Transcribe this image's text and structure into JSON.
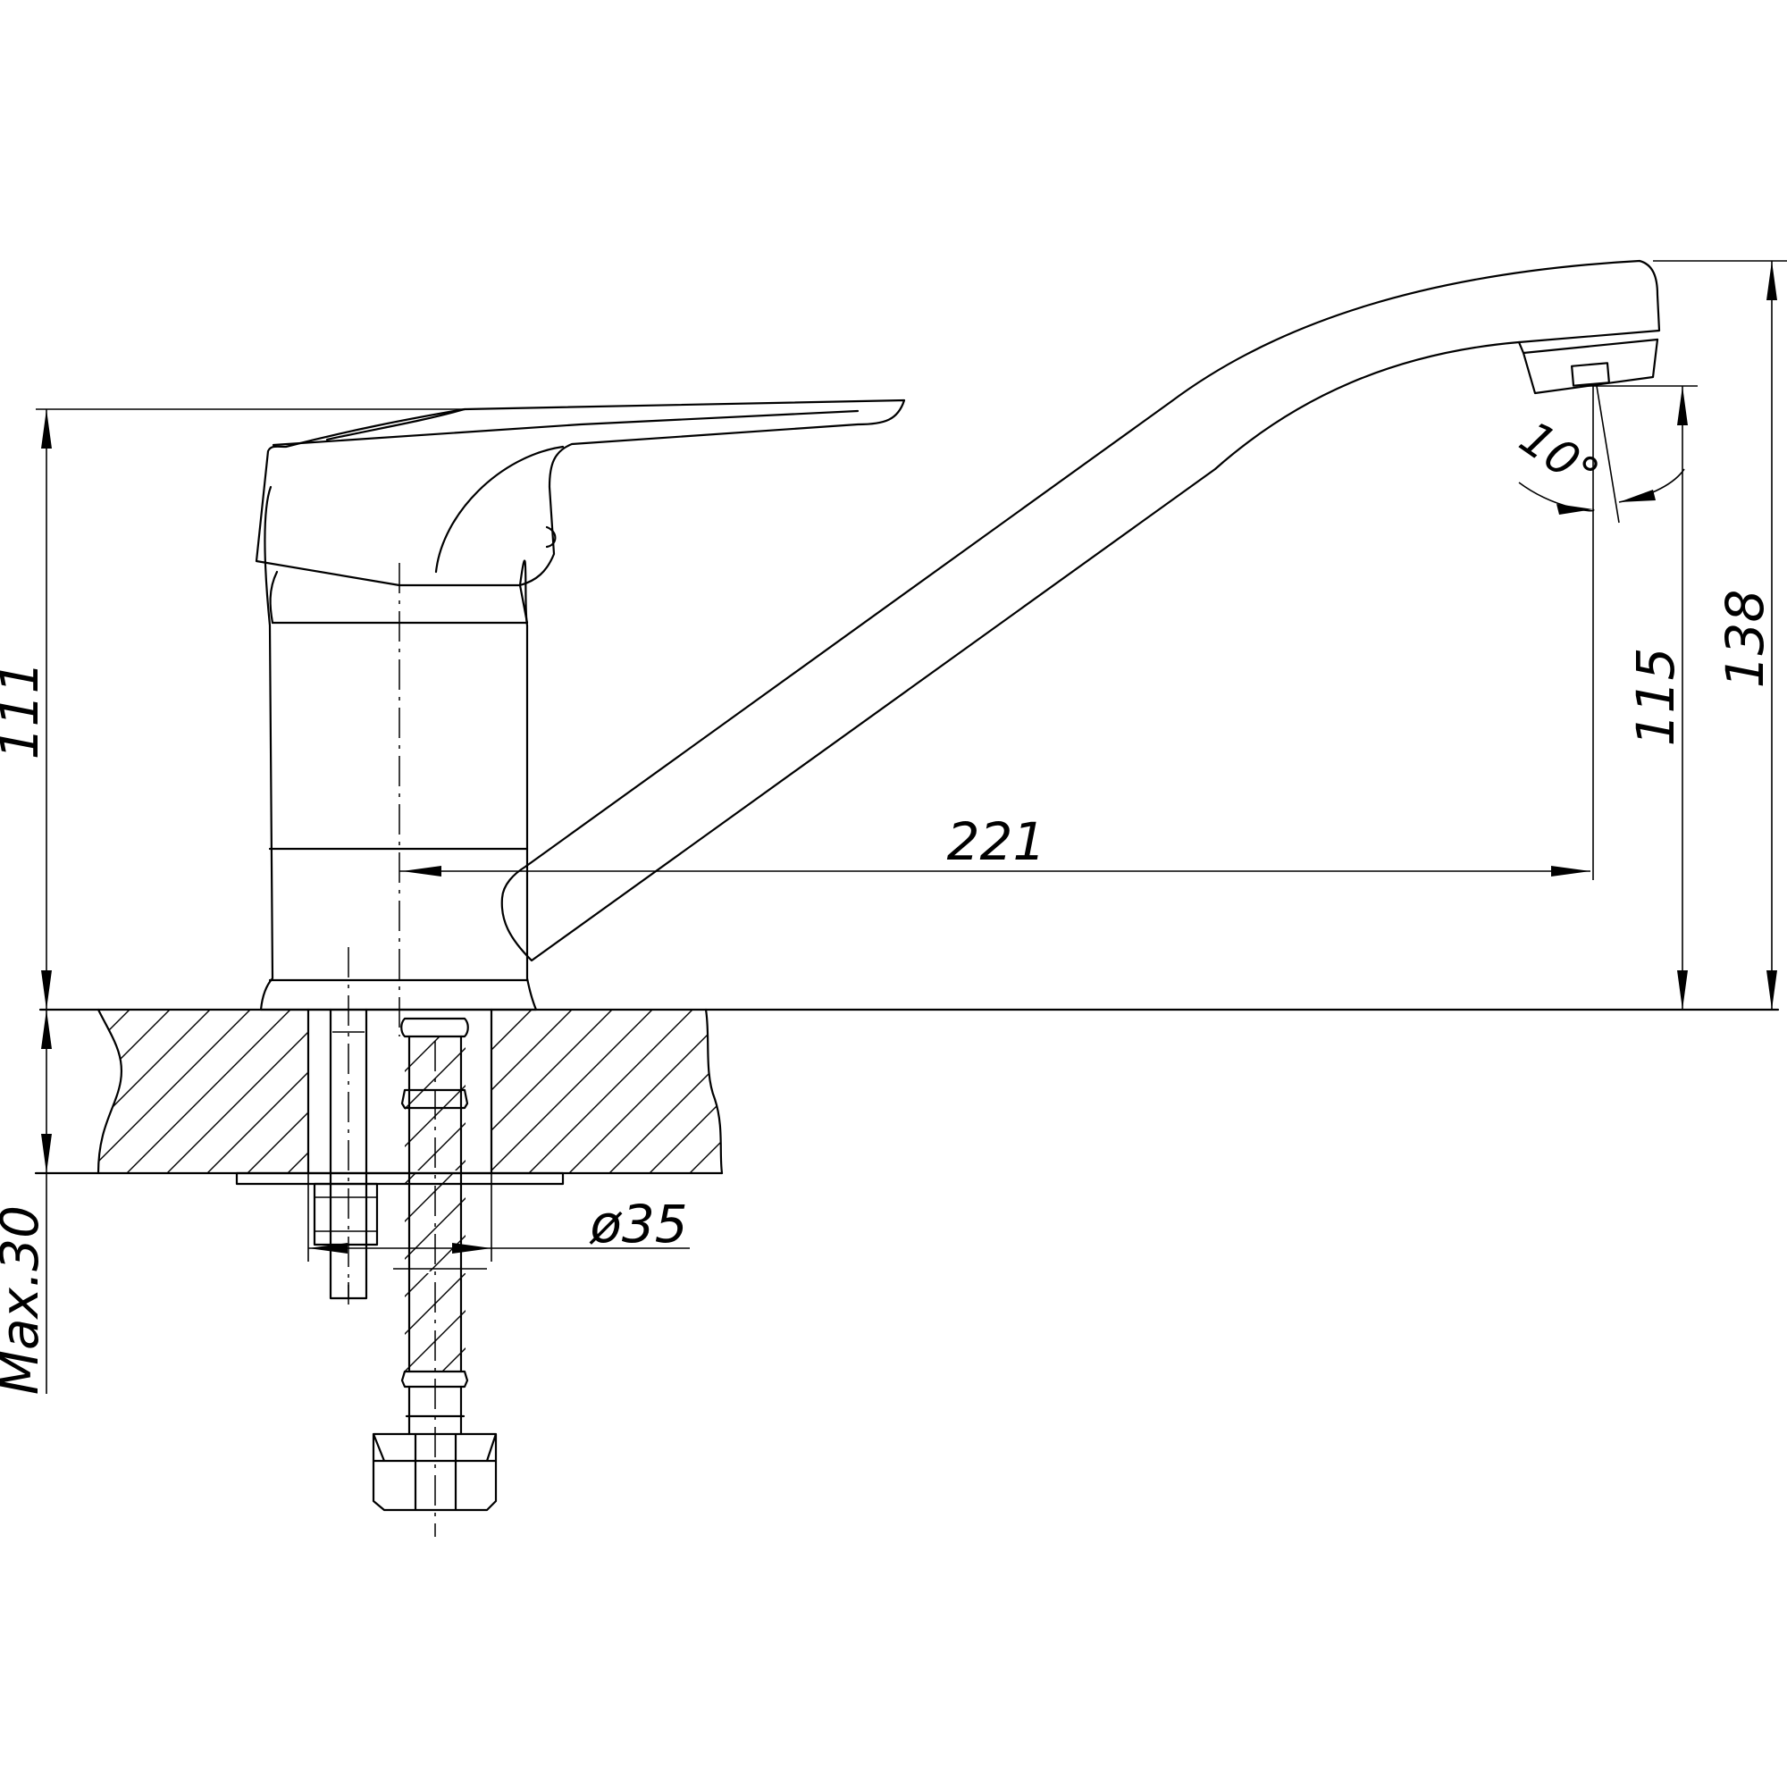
{
  "dimensions": {
    "handle_height": "111",
    "spout_reach": "221",
    "outlet_height": "115",
    "total_height": "138",
    "spout_angle": "10°",
    "mount_hole_diameter": "ø35",
    "max_counter_thickness": "Max.30"
  }
}
